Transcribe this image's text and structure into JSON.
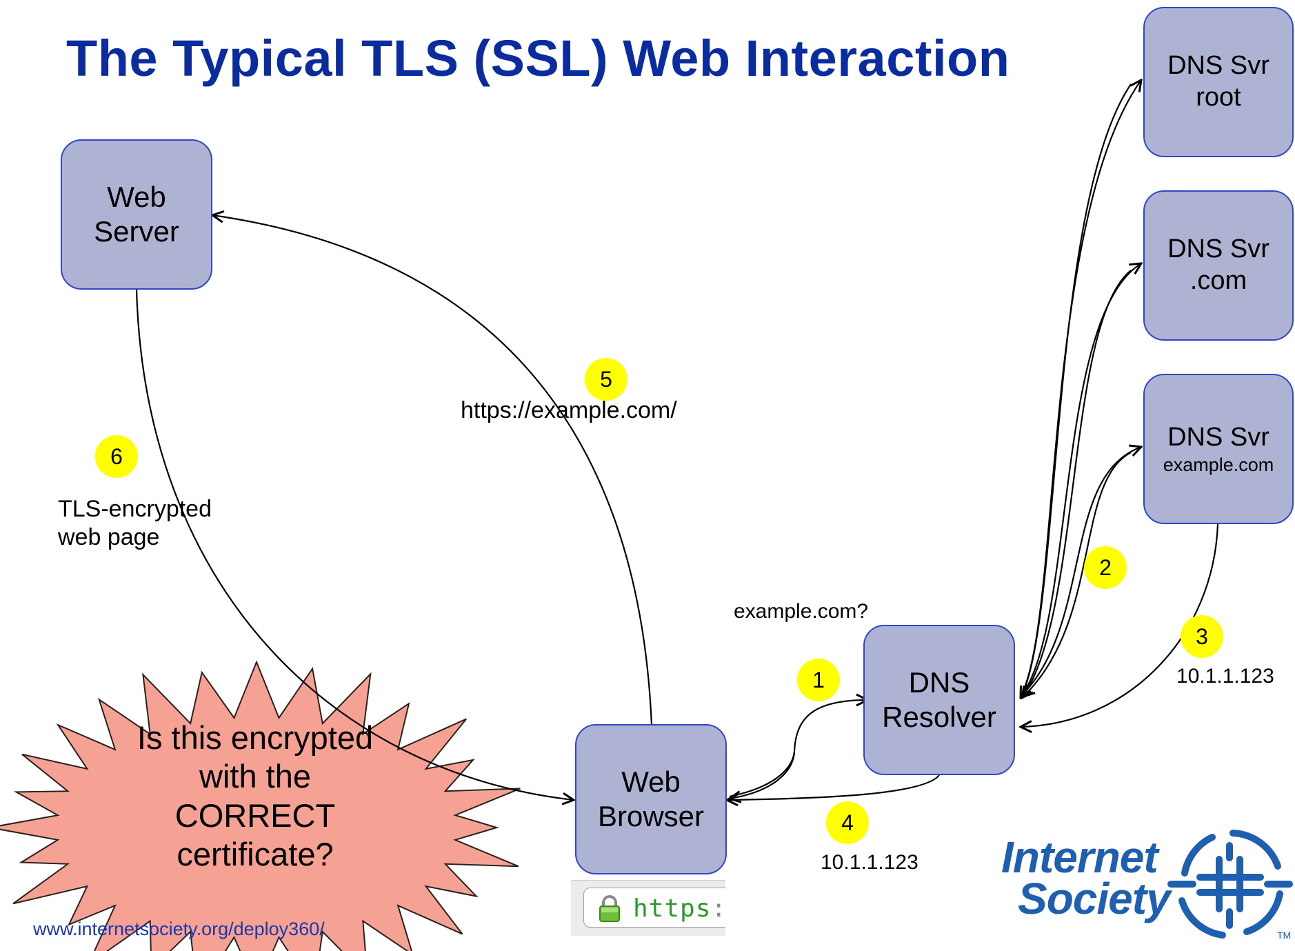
{
  "title": "The Typical TLS (SSL) Web Interaction",
  "nodes": {
    "web_server": "Web\nServer",
    "web_browser": "Web\nBrowser",
    "dns_resolver": "DNS\nResolver",
    "dns_root": {
      "line1": "DNS Svr",
      "line2": "root"
    },
    "dns_com": {
      "line1": "DNS Svr",
      "line2": ".com"
    },
    "dns_example": {
      "line1": "DNS Svr",
      "line2": "example.com"
    }
  },
  "steps": {
    "s1": "1",
    "s2": "2",
    "s3": "3",
    "s4": "4",
    "s5": "5",
    "s6": "6"
  },
  "labels": {
    "query": "example.com?",
    "answer_3": "10.1.1.123",
    "answer_4": "10.1.1.123",
    "request_5": "https://example.com/",
    "response_6": "TLS-encrypted\nweb page"
  },
  "callout": "Is this encrypted\nwith the\nCORRECT\ncertificate?",
  "address_bar": {
    "scheme": "https",
    "sep": "://"
  },
  "footer_url": "www.internetsociety.org/deploy360/",
  "logo": {
    "line1": "Internet",
    "line2": "Society",
    "tm": "TM"
  },
  "colors": {
    "title": "#0b2c9e",
    "node_fill": "#afb3d3",
    "node_border": "#2f47c7",
    "badge": "#ffff00",
    "burst_fill": "#f5a294",
    "logo": "#1f5fb0",
    "https_green": "#2a9a2a"
  },
  "icons": [
    "lock-icon",
    "internet-society-globe-icon"
  ]
}
